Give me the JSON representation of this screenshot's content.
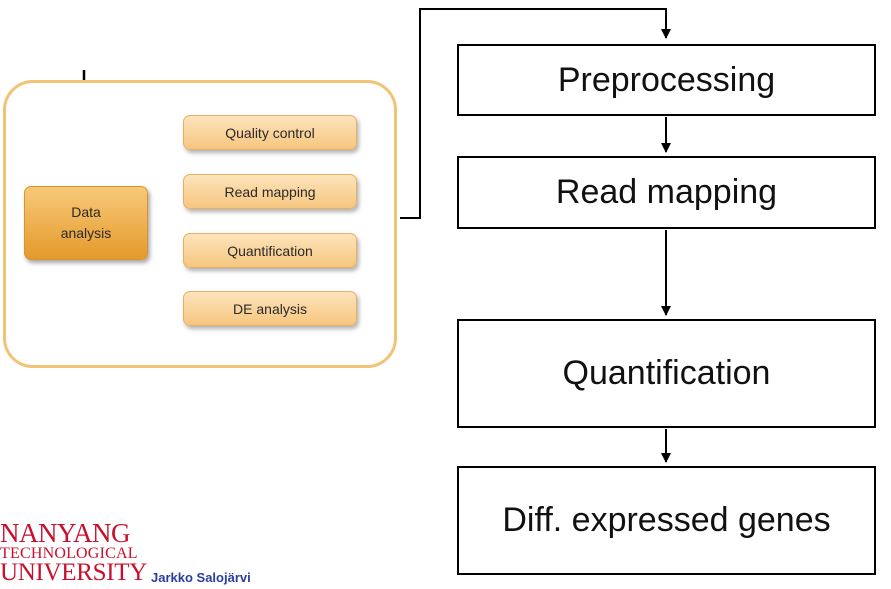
{
  "data_analysis": {
    "line1": "Data",
    "line2": "analysis"
  },
  "sub_steps": [
    "Quality control",
    "Read mapping",
    "Quantification",
    "DE analysis"
  ],
  "pipeline": [
    "Preprocessing",
    "Read mapping",
    "Quantification",
    "Diff. expressed genes"
  ],
  "logo": {
    "line1": "NANYANG",
    "line2": "TECHNOLOGICAL",
    "line3": "UNIVERSITY"
  },
  "author": "Jarkko Salojärvi",
  "colors": {
    "panel_border": "#f2c375",
    "box_orange": "#e49a2a",
    "sub_step_fill": "#fde4bb",
    "logo_red": "#c8102e",
    "author_blue": "#2a3ea0"
  }
}
